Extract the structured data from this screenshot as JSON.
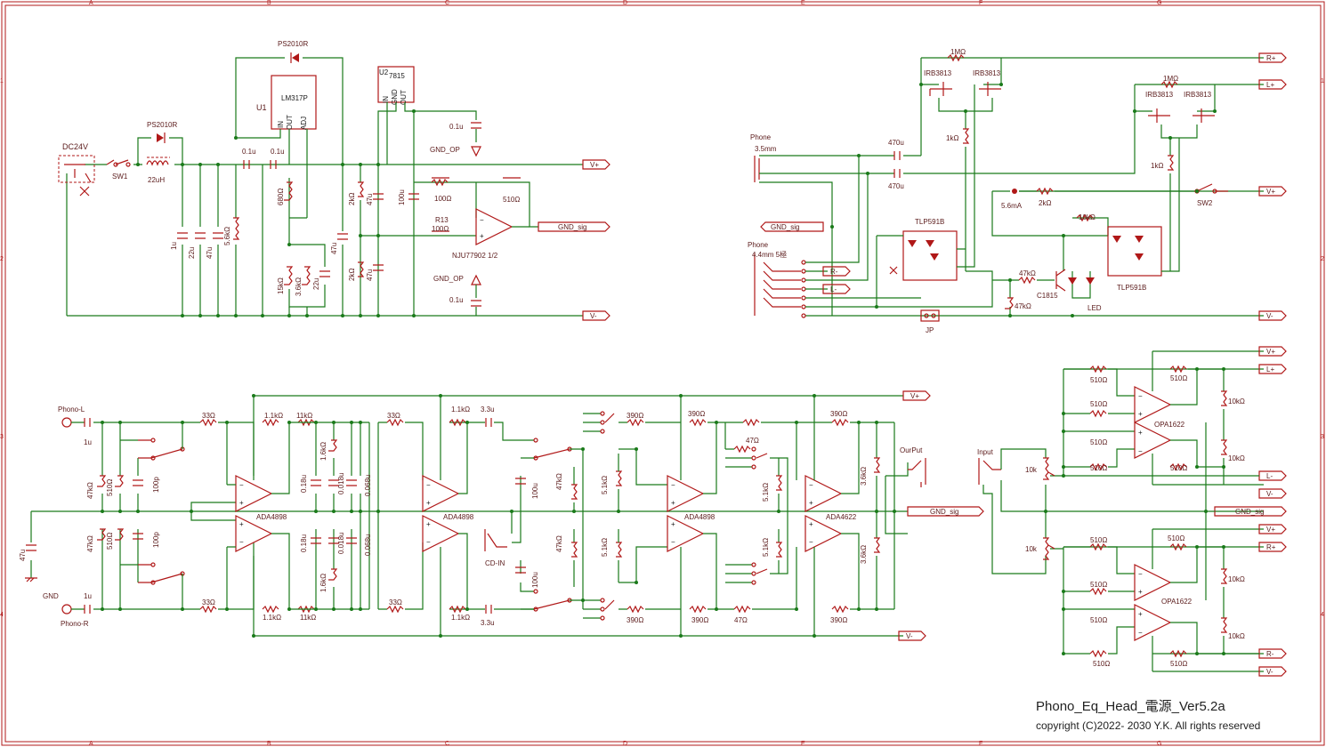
{
  "title_block": {
    "title": "Phono_Eq_Head_電源_Ver5.2a",
    "copyright": "copyright (C)2022- 2030 Y.K. All rights reserved"
  },
  "frame": {
    "columns": [
      "A",
      "B",
      "C",
      "D",
      "E",
      "F",
      "G"
    ],
    "rows": [
      "1",
      "2",
      "3",
      "4"
    ]
  },
  "power_supply": {
    "input": "DC24V",
    "switch": "SW1",
    "inductor": "22uH",
    "diode_top": "PS2010R",
    "diode_input": "PS2010R",
    "regulator": {
      "ref": "U1",
      "part": "LM317P",
      "pins": [
        "IN",
        "OUT",
        "ADJ"
      ]
    },
    "regulator2": {
      "ref": "U2",
      "part": "7815",
      "pins": [
        "IN",
        "GND",
        "OUT"
      ]
    },
    "caps": [
      "1u",
      "22u",
      "47u",
      "0.1u",
      "0.1u",
      "47u",
      "47u",
      "22u",
      "100u",
      "0.1u",
      "0.1u"
    ],
    "resistors": [
      "5.6kΩ",
      "680Ω",
      "15kΩ",
      "3.6kΩ",
      "2kΩ",
      "2kΩ"
    ],
    "cap_47u_b": "47u",
    "cap_47u_c": "47u",
    "r_100": "100Ω",
    "r13_ref": "R13",
    "r13_val": "100Ω",
    "r_510": "510Ω",
    "opamp": "NJU77902 1/2",
    "gnd_op_top": "GND_OP",
    "gnd_op_bottom": "GND_OP",
    "cap_top": "0.1u",
    "cap_bottom": "0.1u"
  },
  "net_labels": {
    "vplus": "V+",
    "vminus": "V-",
    "gnd_sig": "GND_sig",
    "rplus": "R+",
    "lplus": "L+",
    "rminus": "R-",
    "lminus": "L-"
  },
  "headphone_switch": {
    "phone35": "Phone",
    "phone35_size": "3.5mm",
    "phone44": "Phone",
    "phone44_size": "4.4mm 5極",
    "cap1": "470u",
    "cap2": "470u",
    "r_1m_a": "1MΩ",
    "r_1m_b": "1MΩ",
    "mosfet": "IRB3813",
    "r_1k_a": "1kΩ",
    "r_1k_b": "1kΩ",
    "photorelay": "TLP591B",
    "current": "5.6mA",
    "r_2k": "2kΩ",
    "r_10k": "10kΩ",
    "r_47k_a": "47kΩ",
    "r_47k_b": "47kΩ",
    "transistor": "C1815",
    "led": "LED",
    "switch": "SW2",
    "jumper": "JP"
  },
  "phono_eq": {
    "in_left": "Phono-L",
    "in_right": "Phono-R",
    "gnd": "GND",
    "cin": "1u",
    "c_47u": "47u",
    "r_47k": "47kΩ",
    "r_510": "510Ω",
    "c_100p": "100p",
    "r_33": "33Ω",
    "r_1k1": "1.1kΩ",
    "r_11k": "11kΩ",
    "r_1k6": "1.6kΩ",
    "c_018": "0.18u",
    "c_0018": "0.018u",
    "c_0068": "0.068u",
    "c_3u3": "3.3u",
    "c_100u": "100u",
    "cd_in": "CD-IN",
    "r_390": "390Ω",
    "r_5k1": "5.1kΩ",
    "r_47": "47Ω",
    "r_3k6": "3.6kΩ",
    "opamp1": "ADA4898",
    "opamp2": "ADA4898",
    "opamp3": "ADA4898",
    "opamp4": "ADA4622",
    "output": "OurPut"
  },
  "balanced_out": {
    "input": "Input",
    "pot": "10k",
    "opamp": "OPA1622",
    "r_510": "510Ω",
    "r_10k": "10kΩ"
  }
}
